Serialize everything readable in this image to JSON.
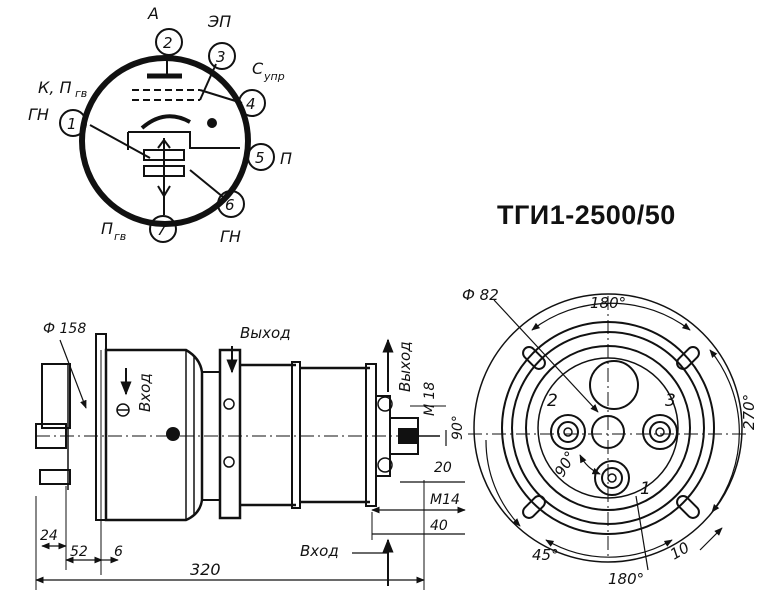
{
  "title": "ТГИ1-2500/50",
  "pins": {
    "p1": {
      "num": "1",
      "label_top": "К, П",
      "label_top_sub": "гв",
      "label_side": "ГН"
    },
    "p2": {
      "num": "2",
      "label": "А"
    },
    "p3": {
      "num": "3",
      "label": "ЭП"
    },
    "p4": {
      "num": "4",
      "label": "С",
      "label_sub": "упр"
    },
    "p5": {
      "num": "5",
      "label": "П"
    },
    "p6": {
      "num": "6",
      "label": "ГН"
    },
    "p7": {
      "num": "7",
      "label": "П",
      "label_sub": "гв"
    }
  },
  "side": {
    "dia158": "Ф 158",
    "input_label": "Вход",
    "output_top": "Выход",
    "output_right": "Выход",
    "input_bottom": "Вход",
    "m18": "М 18",
    "deg90": "90°",
    "d20": "20",
    "m14": "М14",
    "d40": "40",
    "d24": "24",
    "d52": "52",
    "d6": "6",
    "d320": "320"
  },
  "end": {
    "dia82": "Ф 82",
    "a180top": "180°",
    "a270": "270°",
    "a45": "45°",
    "a10": "10",
    "a180bot": "180°",
    "a90": "90°",
    "n1": "1",
    "n2": "2",
    "n3": "3"
  }
}
